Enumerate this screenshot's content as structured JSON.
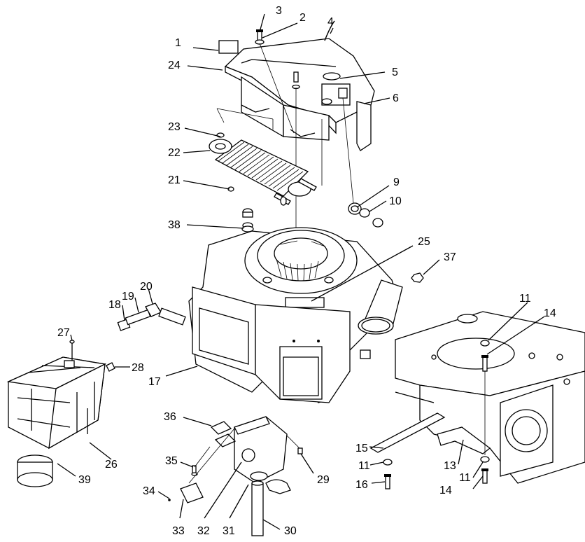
{
  "callouts": [
    {
      "id": "c1",
      "text": "1"
    },
    {
      "id": "c2",
      "text": "2"
    },
    {
      "id": "c3",
      "text": "3"
    },
    {
      "id": "c4",
      "text": "4"
    },
    {
      "id": "c5",
      "text": "5"
    },
    {
      "id": "c6",
      "text": "6"
    },
    {
      "id": "c9",
      "text": "9"
    },
    {
      "id": "c10",
      "text": "10"
    },
    {
      "id": "c11a",
      "text": "11"
    },
    {
      "id": "c11b",
      "text": "11"
    },
    {
      "id": "c11c",
      "text": "11"
    },
    {
      "id": "c13",
      "text": "13"
    },
    {
      "id": "c14a",
      "text": "14"
    },
    {
      "id": "c14b",
      "text": "14"
    },
    {
      "id": "c15",
      "text": "15"
    },
    {
      "id": "c16",
      "text": "16"
    },
    {
      "id": "c17",
      "text": "17"
    },
    {
      "id": "c18",
      "text": "18"
    },
    {
      "id": "c19",
      "text": "19"
    },
    {
      "id": "c20",
      "text": "20"
    },
    {
      "id": "c21",
      "text": "21"
    },
    {
      "id": "c22",
      "text": "22"
    },
    {
      "id": "c23",
      "text": "23"
    },
    {
      "id": "c24",
      "text": "24"
    },
    {
      "id": "c25",
      "text": "25"
    },
    {
      "id": "c26",
      "text": "26"
    },
    {
      "id": "c27",
      "text": "27"
    },
    {
      "id": "c28",
      "text": "28"
    },
    {
      "id": "c29",
      "text": "29"
    },
    {
      "id": "c30",
      "text": "30"
    },
    {
      "id": "c31",
      "text": "31"
    },
    {
      "id": "c32",
      "text": "32"
    },
    {
      "id": "c33",
      "text": "33"
    },
    {
      "id": "c34",
      "text": "34"
    },
    {
      "id": "c35",
      "text": "35"
    },
    {
      "id": "c36",
      "text": "36"
    },
    {
      "id": "c37",
      "text": "37"
    },
    {
      "id": "c38",
      "text": "38"
    },
    {
      "id": "c39",
      "text": "39"
    }
  ]
}
